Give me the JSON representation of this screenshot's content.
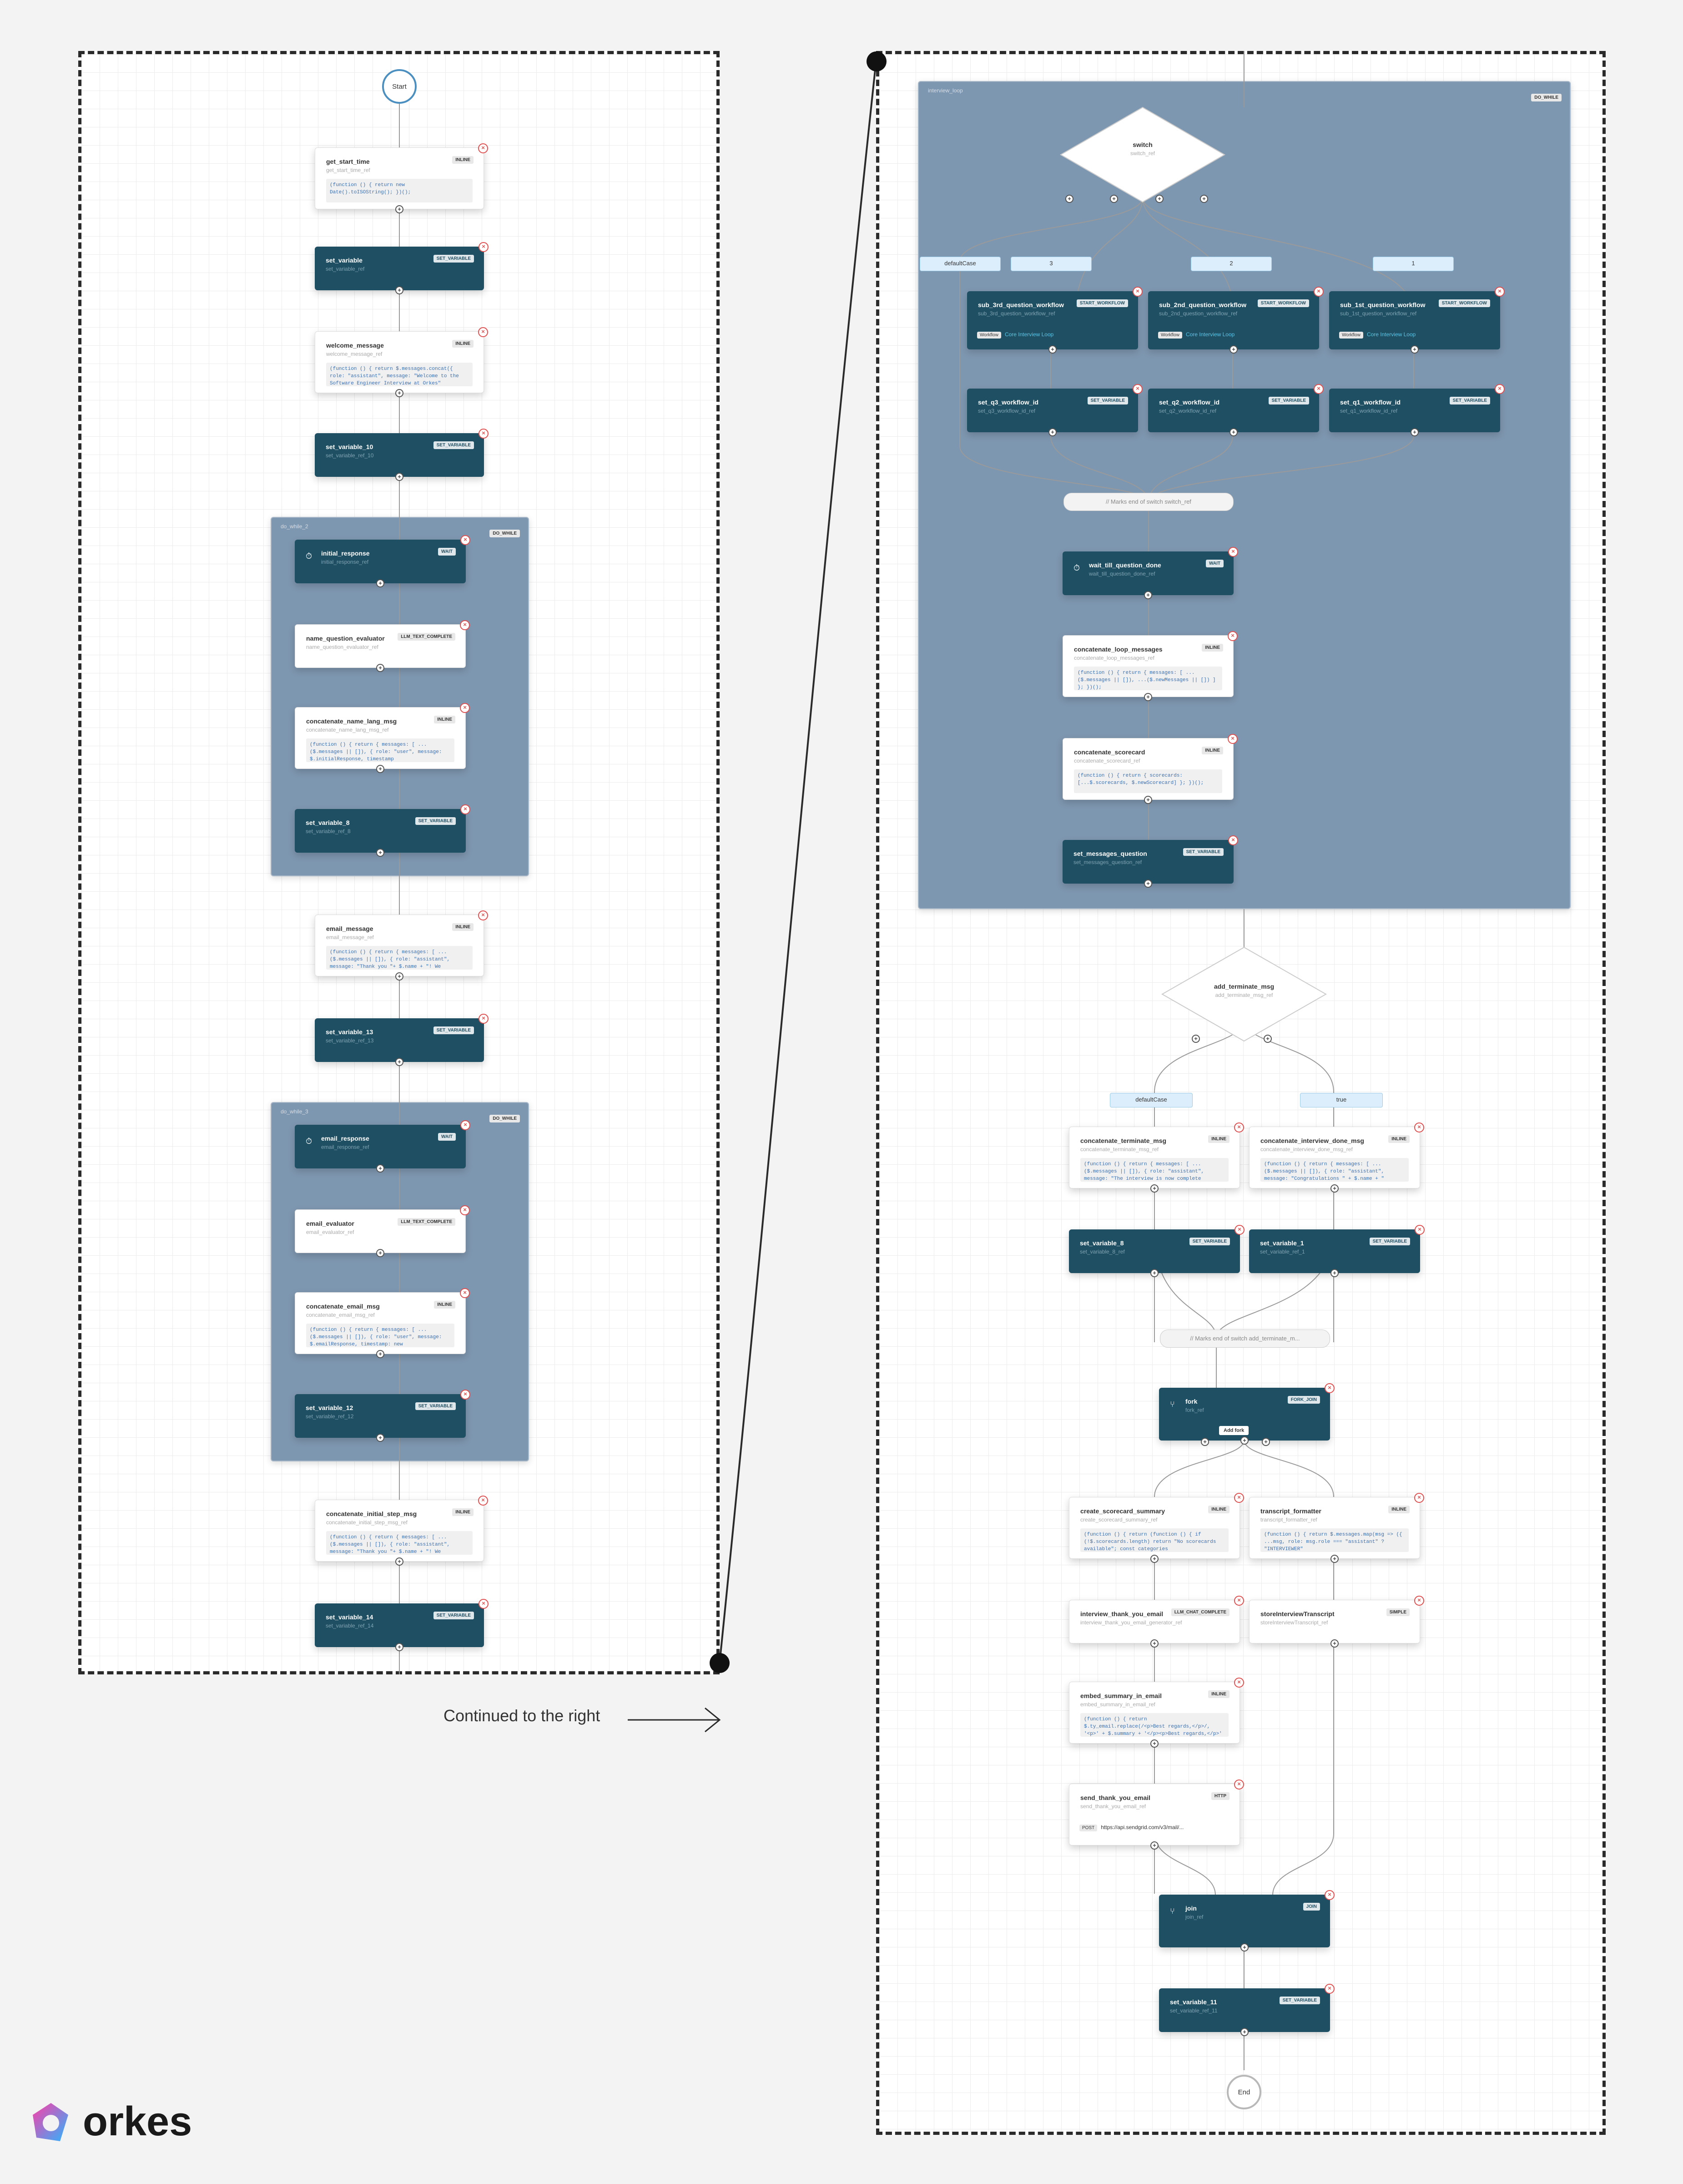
{
  "left": {
    "start_label": "Start",
    "nodes": {
      "get_start_time": {
        "name": "get_start_time",
        "ref": "get_start_time_ref",
        "type": "INLINE",
        "code": "(function () { return new Date().toISOString(); })();"
      },
      "set_variable": {
        "name": "set_variable",
        "ref": "set_variable_ref",
        "type": "SET_VARIABLE"
      },
      "welcome_message": {
        "name": "welcome_message",
        "ref": "welcome_message_ref",
        "type": "INLINE",
        "code": "(function () { return $.messages.concat({ role: \"assistant\", message: \"Welcome to the Software Engineer Interview at Orkes\""
      },
      "set_variable_10": {
        "name": "set_variable_10",
        "ref": "set_variable_ref_10",
        "type": "SET_VARIABLE"
      },
      "initial_response": {
        "name": "initial_response",
        "ref": "initial_response_ref",
        "type": "WAIT"
      },
      "name_question_evaluator": {
        "name": "name_question_evaluator",
        "ref": "name_question_evaluator_ref",
        "type": "LLM_TEXT_COMPLETE"
      },
      "concatenate_name_lang_msg": {
        "name": "concatenate_name_lang_msg",
        "ref": "concatenate_name_lang_msg_ref",
        "type": "INLINE",
        "code": "(function () { return { messages: [ ...($.messages || []), { role: \"user\", message: $.initialResponse, timestamp"
      },
      "set_variable_8": {
        "name": "set_variable_8",
        "ref": "set_variable_ref_8",
        "type": "SET_VARIABLE"
      },
      "email_message": {
        "name": "email_message",
        "ref": "email_message_ref",
        "type": "INLINE",
        "code": "(function () { return { messages: [ ...($.messages || []), { role: \"assistant\", message: \"Thank you \"+ $.name + \"! We"
      },
      "set_variable_13": {
        "name": "set_variable_13",
        "ref": "set_variable_ref_13",
        "type": "SET_VARIABLE"
      },
      "email_response": {
        "name": "email_response",
        "ref": "email_response_ref",
        "type": "WAIT"
      },
      "email_evaluator": {
        "name": "email_evaluator",
        "ref": "email_evaluator_ref",
        "type": "LLM_TEXT_COMPLETE"
      },
      "concatenate_email_msg": {
        "name": "concatenate_email_msg",
        "ref": "concatenate_email_msg_ref",
        "type": "INLINE",
        "code": "(function () { return { messages: [ ...($.messages || []), { role: \"user\", message: $.emailResponse, timestamp: new"
      },
      "set_variable_12": {
        "name": "set_variable_12",
        "ref": "set_variable_ref_12",
        "type": "SET_VARIABLE"
      },
      "concatenate_initial_step_msg": {
        "name": "concatenate_initial_step_msg",
        "ref": "concatenate_initial_step_msg_ref",
        "type": "INLINE",
        "code": "(function () { return { messages: [ ...($.messages || []), { role: \"assistant\", message: \"Thank you \"+ $.name + \"! We"
      },
      "set_variable_14": {
        "name": "set_variable_14",
        "ref": "set_variable_ref_14",
        "type": "SET_VARIABLE"
      }
    },
    "loops": {
      "loop1": {
        "name": "do_while_2",
        "type": "DO_WHILE"
      },
      "loop2": {
        "name": "do_while_3",
        "type": "DO_WHILE"
      }
    }
  },
  "right": {
    "loop": {
      "name": "interview_loop",
      "type": "DO_WHILE"
    },
    "switch": {
      "name": "switch",
      "ref": "switch_ref"
    },
    "cases": [
      "defaultCase",
      "3",
      "2",
      "1"
    ],
    "nodes": {
      "sub3": {
        "name": "sub_3rd_question_workflow",
        "ref": "sub_3rd_question_workflow_ref",
        "type": "START_WORKFLOW",
        "pill": "Workflow",
        "link": "Core Interview Loop"
      },
      "sub2": {
        "name": "sub_2nd_question_workflow",
        "ref": "sub_2nd_question_workflow_ref",
        "type": "START_WORKFLOW",
        "pill": "Workflow",
        "link": "Core Interview Loop"
      },
      "sub1": {
        "name": "sub_1st_question_workflow",
        "ref": "sub_1st_question_workflow_ref",
        "type": "START_WORKFLOW",
        "pill": "Workflow",
        "link": "Core Interview Loop"
      },
      "q3": {
        "name": "set_q3_workflow_id",
        "ref": "set_q3_workflow_id_ref",
        "type": "SET_VARIABLE"
      },
      "q2": {
        "name": "set_q2_workflow_id",
        "ref": "set_q2_workflow_id_ref",
        "type": "SET_VARIABLE"
      },
      "q1": {
        "name": "set_q1_workflow_id",
        "ref": "set_q1_workflow_id_ref",
        "type": "SET_VARIABLE"
      },
      "wait_done": {
        "name": "wait_till_question_done",
        "ref": "wait_till_question_done_ref",
        "type": "WAIT"
      },
      "concat_loop": {
        "name": "concatenate_loop_messages",
        "ref": "concatenate_loop_messages_ref",
        "type": "INLINE",
        "code": "(function () { return { messages: [ ...($.messages || []), ...($.newMessages || []) ] }; })();"
      },
      "concat_score": {
        "name": "concatenate_scorecard",
        "ref": "concatenate_scorecard_ref",
        "type": "INLINE",
        "code": "(function () { return { scorecards: [...$.scorecards, $.newScorecard] }; })();"
      },
      "set_msgs_q": {
        "name": "set_messages_question",
        "ref": "set_messages_question_ref",
        "type": "SET_VARIABLE"
      },
      "concat_term": {
        "name": "concatenate_terminate_msg",
        "ref": "concatenate_terminate_msg_ref",
        "type": "INLINE",
        "code": "(function () { return { messages: [ ...($.messages || []), { role: \"assistant\", message: \"The interview is now complete"
      },
      "concat_done": {
        "name": "concatenate_interview_done_msg",
        "ref": "concatenate_interview_done_msg_ref",
        "type": "INLINE",
        "code": "(function () { return { messages: [ ...($.messages || []), { role: \"assistant\", message: \"Congratulations \" + $.name + \""
      },
      "sv8r": {
        "name": "set_variable_8",
        "ref": "set_variable_8_ref",
        "type": "SET_VARIABLE"
      },
      "sv1r": {
        "name": "set_variable_1",
        "ref": "set_variable_ref_1",
        "type": "SET_VARIABLE"
      },
      "fork": {
        "name": "fork",
        "ref": "fork_ref",
        "type": "FORK_JOIN",
        "add": "Add fork"
      },
      "create_summary": {
        "name": "create_scorecard_summary",
        "ref": "create_scorecard_summary_ref",
        "type": "INLINE",
        "code": "(function () { return (function () { if (!$.scorecards.length) return \"No scorecards available\"; const categories"
      },
      "transcript": {
        "name": "transcript_formatter",
        "ref": "transcript_formatter_ref",
        "type": "INLINE",
        "code": "(function () { return $.messages.map(msg => ({ ...msg, role: msg.role === \"assistant\" ? \"INTERVIEWER\""
      },
      "thank_email": {
        "name": "interview_thank_you_email",
        "ref": "interview_thank_you_email_generator_ref",
        "type": "LLM_CHAT_COMPLETE"
      },
      "store": {
        "name": "storeInterviewTranscript",
        "ref": "storeInterviewTranscript_ref",
        "type": "SIMPLE"
      },
      "embed": {
        "name": "embed_summary_in_email",
        "ref": "embed_summary_in_email_ref",
        "type": "INLINE",
        "code": "(function () { return $.ty_email.replace(/<p>Best regards,</p>/, '<p>' + $.summary + '</p><p>Best regards,</p>'"
      },
      "send": {
        "name": "send_thank_you_email",
        "ref": "send_thank_you_email_ref",
        "type": "HTTP",
        "method": "POST",
        "url": "https://api.sendgrid.com/v3/mail/..."
      },
      "join": {
        "name": "join",
        "ref": "join_ref",
        "type": "JOIN"
      },
      "sv11": {
        "name": "set_variable_11",
        "ref": "set_variable_ref_11",
        "type": "SET_VARIABLE"
      }
    },
    "end_switch_1": "// Marks end of switch  switch_ref",
    "add_terminate": {
      "name": "add_terminate_msg",
      "ref": "add_terminate_msg_ref"
    },
    "cases2": [
      "defaultCase",
      "true"
    ],
    "end_switch_2": "// Marks end of switch  add_terminate_m...",
    "end_label": "End"
  },
  "continued_text": "Continued to the right",
  "logo_text": "orkes",
  "colors": {
    "dark_node": "#1f4f63",
    "loop_bg": "#7e97b0",
    "start_ring": "#4a8fc0",
    "delete_red": "#e05050",
    "case_bg": "#dceefb"
  }
}
